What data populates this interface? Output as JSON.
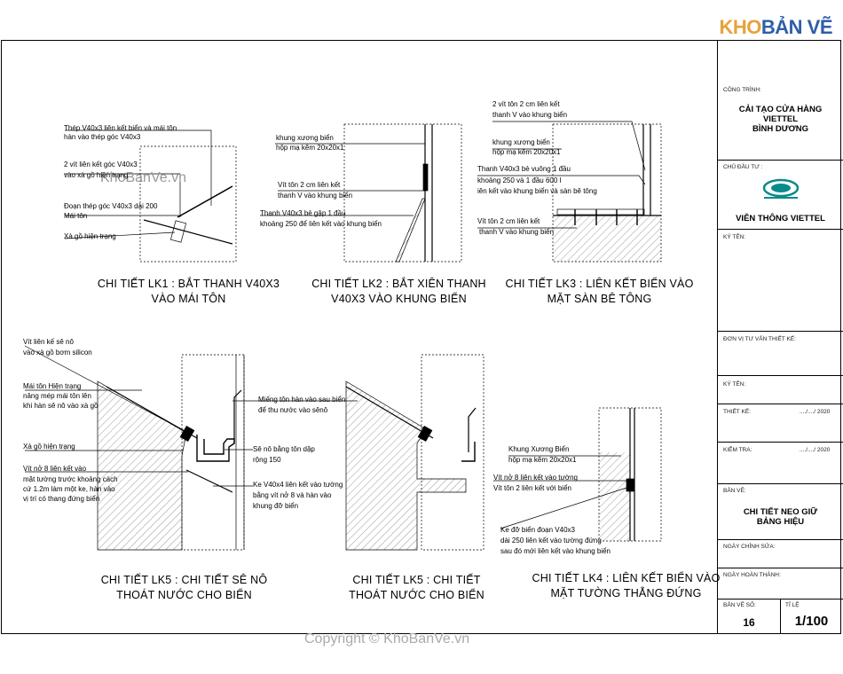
{
  "brand": {
    "logo_kho": "KHO",
    "logo_banve": "BẢN VẼ",
    "watermark_mid": "KhoBanVe.vn",
    "copyright": "Copyright © KhoBanVe.vn"
  },
  "title_block": {
    "cong_trinh_label": "CÔNG TRÌNH:",
    "cong_trinh": [
      "CẢI TẠO CỬA HÀNG",
      "VIETTEL",
      "BÌNH DƯƠNG"
    ],
    "chu_dau_tu_label": "CHỦ ĐẦU TƯ :",
    "chu_dau_tu": "VIỄN THÔNG VIETTEL",
    "ky_ten_label": "KÝ TÊN:",
    "don_vi_label": "ĐƠN VỊ TƯ VẤN THIẾT KẾ:",
    "ky_ten2_label": "KÝ TÊN:",
    "thiet_ke_label": "THIẾT KẾ:",
    "thiet_ke_date": "..../..../ 2020",
    "kiem_tra_label": "KIỂM TRA:",
    "kiem_tra_date": "..../..../ 2020",
    "ban_ve_label": "BẢN VẼ:",
    "ban_ve": [
      "CHI TIẾT NEO GIỮ",
      "BẢNG HIỆU"
    ],
    "ngay_chinh_sua_label": "NGÀY CHỈNH SỬA:",
    "ngay_hoan_thanh_label": "NGÀY HOÀN THÀNH:",
    "ban_ve_so_label": "BẢN VẼ SỐ:",
    "ban_ve_so": "16",
    "ti_le_label": "TỈ LỆ",
    "ti_le": "1/100"
  },
  "details": {
    "lk1": {
      "caption": [
        "CHI TIẾT LK1 :  BẮT THANH V40X3",
        "VÀO MÁI TÔN"
      ],
      "notes": [
        "Thép V40x3 liên kết biển và mái tôn",
        "hàn vào thép góc V40x3",
        "2 vít liên kết góc V40x3",
        "vào xà gồ hiện trạng",
        "Đoạn thép góc V40x3 dài 200",
        "Mái tôn",
        "Xà gồ hiện trạng"
      ]
    },
    "lk2": {
      "caption": [
        "CHI TIẾT LK2 : BẮT XIÊN THANH",
        "V40X3 VÀO KHUNG BIỂN"
      ],
      "notes": [
        "khung xương biển",
        "hộp mạ kẽm 20x20x1",
        "Vít tôn 2 cm liên kết",
        "thanh V vào khung biển",
        "Thanh V40x3 bẻ gập 1 đầu",
        "khoảng 250 để liên kết vào khung biển"
      ]
    },
    "lk3": {
      "caption": [
        "CHI TIẾT LK3 : LIÊN KẾT BIỂN VÀO",
        "MẶT SÀN BÊ TÔNG"
      ],
      "notes": [
        "2 vít tôn 2 cm liên kết",
        "thanh V vào khung biển",
        "khung xương biển",
        "hộp mạ kẽm 20x20x1",
        "Thanh V40x3 bẻ vuông 1 đầu",
        "khoảng 250 và 1 đầu 600 l",
        "iên kết vào khung biển và sàn bê tông",
        "Vít tôn 2 cm liên kết",
        "thanh V vào khung biển"
      ]
    },
    "lk5a": {
      "caption": [
        "CHI TIẾT LK5 : CHI TIẾT SÊ NÔ",
        "THOÁT NƯỚC CHO BIỂN"
      ],
      "notes": [
        "Vít liên kế sê nô",
        "vào xà gồ bơm silicon",
        "Mái tôn Hiện trạng",
        "nâng mép mái tôn lên",
        "khi hàn sê nô vào xà gồ",
        "Xà gồ hiện trạng",
        "Vít nở 8 liên kết vào",
        "mặt tường trước khoảng cách",
        "cứ 1.2m làm một ke, hàn vào",
        "vị trí có thang đứng biển",
        "Miếng tôn hàn vào sau biển",
        "để thu nước vào sênô",
        "Sê nô bằng tôn dập",
        "rộng 150",
        "Ke V40x4 liên kết vào tường",
        "bằng vít nở 8 và hàn vào",
        "khung đỡ biển"
      ]
    },
    "lk5b": {
      "caption": [
        "CHI TIẾT LK5 : CHI TIẾT",
        "THOÁT NƯỚC CHO BIỂN"
      ]
    },
    "lk4": {
      "caption": [
        "CHI TIẾT LK4 : LIÊN KẾT BIỂN VÀO",
        "MẶT TƯỜNG THẲNG ĐỨNG"
      ],
      "notes": [
        "Khung Xương Biển",
        "hộp mạ kẽm 20x20x1",
        "Vít nở 8 liên kết vào tường",
        "Vít tôn 2 liên kết với biển",
        "Ke đỡ biển đoạn V40x3",
        "dài 250 liên kết vào tường đứng",
        "sau đó mới liên kết vào khung biển"
      ]
    }
  }
}
